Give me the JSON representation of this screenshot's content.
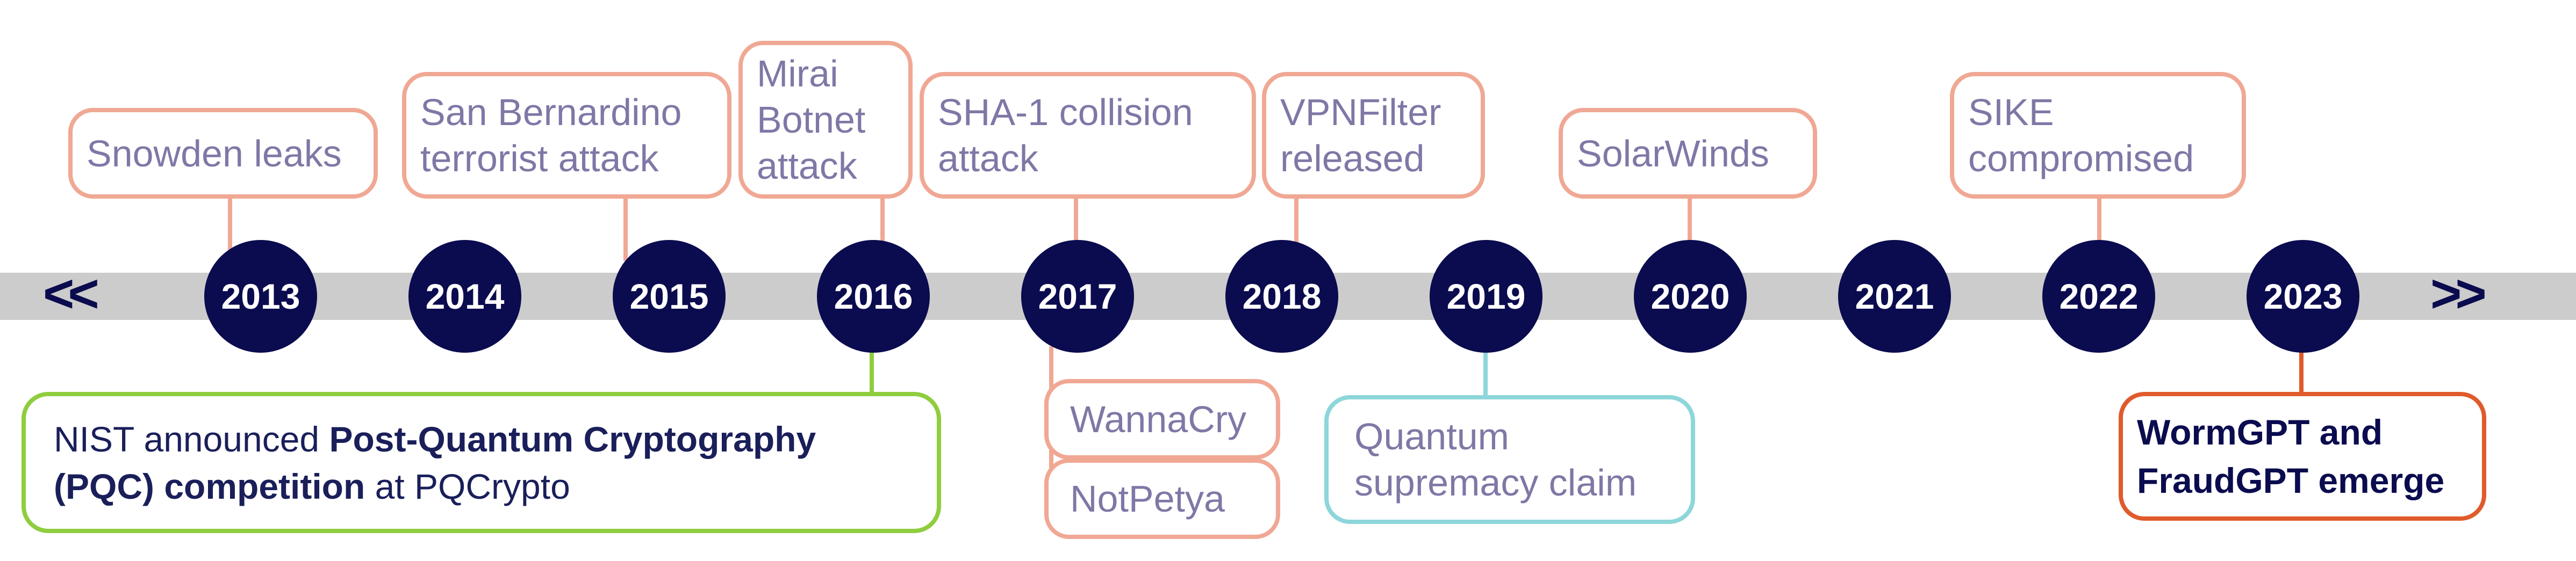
{
  "navigation": {
    "prev": "<<",
    "next": ">>"
  },
  "years": [
    "2013",
    "2014",
    "2015",
    "2016",
    "2017",
    "2018",
    "2019",
    "2020",
    "2021",
    "2022",
    "2023"
  ],
  "events_above": {
    "snowden": "Snowden leaks",
    "san_bernardino": [
      "San Bernardino",
      "terrorist attack"
    ],
    "mirai": [
      "Mirai",
      "Botnet",
      "attack"
    ],
    "sha1": [
      "SHA-1 collision",
      "attack"
    ],
    "vpnfilter": [
      "VPNFilter",
      "released"
    ],
    "solarwinds": "SolarWinds",
    "sike": [
      "SIKE",
      "compromised"
    ]
  },
  "events_below": {
    "nist_pqc": {
      "line1_prefix": "NIST announced ",
      "line1_bold": "Post-Quantum Cryptography",
      "line2_bold": "(PQC) competition",
      "line2_suffix": " at PQCrypto"
    },
    "wannacry": "WannaCry",
    "notpetya": "NotPetya",
    "quantum": [
      "Quantum",
      "supremacy claim"
    ],
    "wormgpt": [
      "WormGPT and",
      "FraudGPT emerge"
    ]
  },
  "colors": {
    "year_circle": "#0b0b4f",
    "track": "#cccccc",
    "event_border": "#f0a894",
    "event_text": "#7f78a6",
    "pqc_border": "#8fcd3e",
    "quantum_border": "#8dd6da",
    "ai_border": "#e05b2c"
  }
}
